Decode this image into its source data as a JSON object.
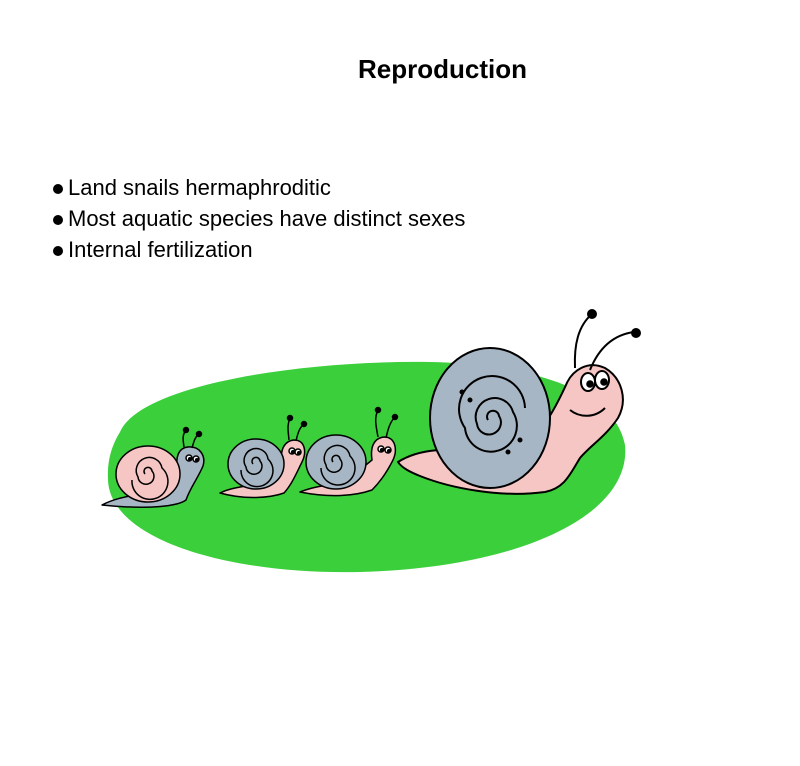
{
  "slide": {
    "title": "Reproduction",
    "bullets": [
      "Land snails hermaphroditic",
      "Most aquatic species have distinct sexes",
      "Internal fertilization"
    ]
  },
  "illustration": {
    "icon": "snail-family-icon",
    "colors": {
      "grass": "#3ccf3c",
      "shell_blue": "#a7b6c4",
      "body_pink": "#f6c6c4",
      "outline": "#000000"
    }
  }
}
